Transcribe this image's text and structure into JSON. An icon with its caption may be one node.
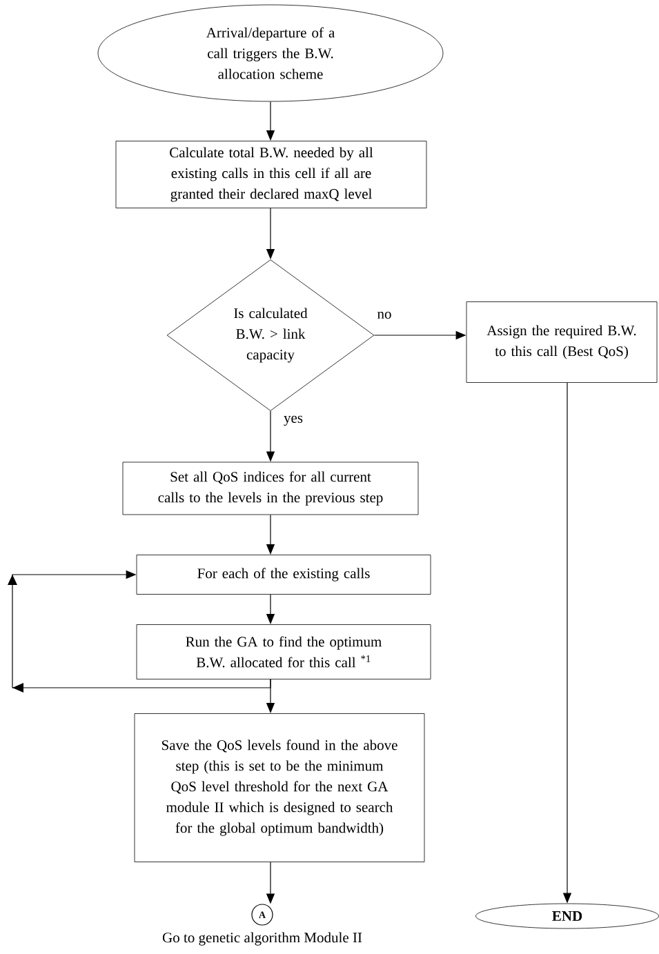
{
  "diagram": {
    "nodes": [
      {
        "text": [
          "Arrival/departure of a call triggers the B.W. allocation scheme"
        ]
      },
      {
        "text": [
          "Calculate total B.W. needed by all existing calls in this cell if all are granted their declared maxQ level"
        ]
      },
      {
        "text": [
          "Is calculated B.W. > link capacity"
        ]
      },
      {
        "text": [
          "Assign the required B.W. to this call (Best QoS)"
        ]
      },
      {
        "text": [
          "Set all QoS indices for all current calls to the levels in the previous step"
        ]
      },
      {
        "text": [
          "For each of the existing calls"
        ]
      },
      {
        "text": [
          "Run the GA to find the optimum B.W. allocated for this call $^{*1}$"
        ]
      },
      {
        "text": [
          "Save the QoS levels found in the above step (this is set to be the minimum QoS level threshold for the next GA module II which is designed to search for the global optimum bandwidth)"
        ]
      },
      {
        "text": [
          "A"
        ],
        "beside": [
          "Go to genetic algorithm Module II"
        ]
      },
      {
        "text": [
          "END"
        ]
      }
    ],
    "edges": [
      {
        "from": 0,
        "to": 1,
        "arrow": "to"
      },
      {
        "from": 1,
        "to": 2,
        "arrow": "to"
      },
      {
        "from": 2,
        "to": 3,
        "arrow": "to",
        "label": "no"
      },
      {
        "from": 2,
        "to": 4,
        "arrow": "to",
        "label": "yes"
      },
      {
        "from": 4,
        "to": 5,
        "arrow": "to"
      },
      {
        "from": 5,
        "to": 6,
        "arrow": "to"
      },
      {
        "from": 6,
        "to": 5,
        "arrow": "to"
      },
      {
        "from": 6,
        "to": 7,
        "arrow": "to"
      },
      {
        "from": 7,
        "to": 8,
        "arrow": "to"
      },
      {
        "from": 3,
        "to": 9,
        "arrow": "to"
      }
    ]
  }
}
